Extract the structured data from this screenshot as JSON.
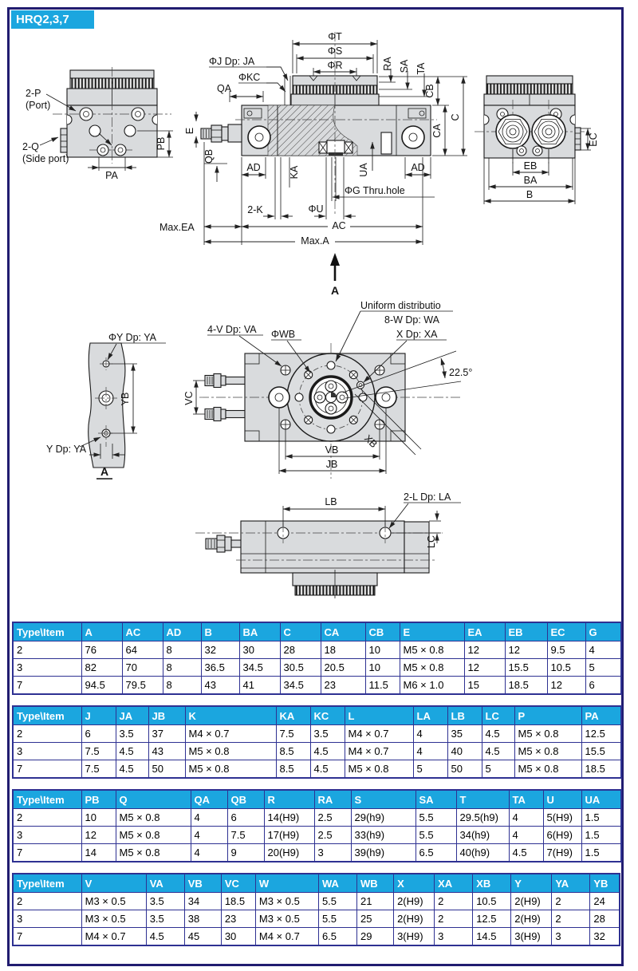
{
  "title": "HRQ2,3,7",
  "colors": {
    "accent": "#1ba6df",
    "table_grid": "#2e3192",
    "page_border": "#211c70"
  },
  "drawing_labels": {
    "tl": {
      "p": "2-P",
      "port": "(Port)",
      "q": "2-Q",
      "side_port": "(Side port)",
      "pa": "PA",
      "pb": "PB"
    },
    "front": {
      "t": "ΦT",
      "s": "ΦS",
      "r": "ΦR",
      "j": "ΦJ Dp: JA",
      "kc": "ΦKC",
      "qa": "QA",
      "ra": "RA",
      "sa": "SA",
      "ta": "TA",
      "cb": "CB",
      "ca": "CA",
      "c": "C",
      "e": "E",
      "qb": "QB",
      "ad_l": "AD",
      "ka": "KA",
      "ua": "UA",
      "ad_r": "AD",
      "k2": "2-K",
      "u": "ΦU",
      "g": "ΦG Thru.hole",
      "max_ea": "Max.EA",
      "ac": "AC",
      "max_a": "Max.A",
      "a": "A"
    },
    "right": {
      "ec": "EC",
      "eb": "EB",
      "ba": "BA",
      "b": "B"
    },
    "section": {
      "y": "ΦY Dp: YA",
      "yb": "YB",
      "y2": "Y Dp: YA",
      "a": "A"
    },
    "rotary": {
      "v": "4-V Dp: VA",
      "wb": "ΦWB",
      "uniform": "Uniform distributio",
      "w": "8-W Dp: WA",
      "x": "X Dp: XA",
      "angle": "22.5°",
      "vc": "VC",
      "xb": "XB",
      "vb": "VB",
      "jb": "JB"
    },
    "bottom": {
      "lb": "LB",
      "l": "2-L Dp: LA",
      "lc": "LC"
    }
  },
  "tables": [
    {
      "headers": [
        "Type\\Item",
        "A",
        "AC",
        "AD",
        "B",
        "BA",
        "C",
        "CA",
        "CB",
        "E",
        "EA",
        "EB",
        "EC",
        "G"
      ],
      "rows": [
        [
          "2",
          "76",
          "64",
          "8",
          "32",
          "30",
          "28",
          "18",
          "10",
          "M5 × 0.8",
          "12",
          "12",
          "9.5",
          "4"
        ],
        [
          "3",
          "82",
          "70",
          "8",
          "36.5",
          "34.5",
          "30.5",
          "20.5",
          "10",
          "M5 × 0.8",
          "12",
          "15.5",
          "10.5",
          "5"
        ],
        [
          "7",
          "94.5",
          "79.5",
          "8",
          "43",
          "41",
          "34.5",
          "23",
          "11.5",
          "M6 × 1.0",
          "15",
          "18.5",
          "12",
          "6"
        ]
      ]
    },
    {
      "headers": [
        "Type\\Item",
        "J",
        "JA",
        "JB",
        "K",
        "KA",
        "KC",
        "L",
        "LA",
        "LB",
        "LC",
        "P",
        "PA"
      ],
      "rows": [
        [
          "2",
          "6",
          "3.5",
          "37",
          "M4 × 0.7",
          "7.5",
          "3.5",
          "M4 × 0.7",
          "4",
          "35",
          "4.5",
          "M5 × 0.8",
          "12.5"
        ],
        [
          "3",
          "7.5",
          "4.5",
          "43",
          "M5 × 0.8",
          "8.5",
          "4.5",
          "M4 × 0.7",
          "4",
          "40",
          "4.5",
          "M5 × 0.8",
          "15.5"
        ],
        [
          "7",
          "7.5",
          "4.5",
          "50",
          "M5 × 0.8",
          "8.5",
          "4.5",
          "M5 × 0.8",
          "5",
          "50",
          "5",
          "M5 × 0.8",
          "18.5"
        ]
      ]
    },
    {
      "headers": [
        "Type\\Item",
        "PB",
        "Q",
        "QA",
        "QB",
        "R",
        "RA",
        "S",
        "SA",
        "T",
        "TA",
        "U",
        "UA"
      ],
      "rows": [
        [
          "2",
          "10",
          "M5 × 0.8",
          "4",
          "6",
          "14(H9)",
          "2.5",
          "29(h9)",
          "5.5",
          "29.5(h9)",
          "4",
          "5(H9)",
          "1.5"
        ],
        [
          "3",
          "12",
          "M5 × 0.8",
          "4",
          "7.5",
          "17(H9)",
          "2.5",
          "33(h9)",
          "5.5",
          "34(h9)",
          "4",
          "6(H9)",
          "1.5"
        ],
        [
          "7",
          "14",
          "M5 × 0.8",
          "4",
          "9",
          "20(H9)",
          "3",
          "39(h9)",
          "6.5",
          "40(h9)",
          "4.5",
          "7(H9)",
          "1.5"
        ]
      ]
    },
    {
      "headers": [
        "Type\\Item",
        "V",
        "VA",
        "VB",
        "VC",
        "W",
        "WA",
        "WB",
        "X",
        "XA",
        "XB",
        "Y",
        "YA",
        "YB"
      ],
      "rows": [
        [
          "2",
          "M3 × 0.5",
          "3.5",
          "34",
          "18.5",
          "M3 × 0.5",
          "5.5",
          "21",
          "2(H9)",
          "2",
          "10.5",
          "2(H9)",
          "2",
          "24"
        ],
        [
          "3",
          "M3 × 0.5",
          "3.5",
          "38",
          "23",
          "M3 × 0.5",
          "5.5",
          "25",
          "2(H9)",
          "2",
          "12.5",
          "2(H9)",
          "2",
          "28"
        ],
        [
          "7",
          "M4 × 0.7",
          "4.5",
          "45",
          "30",
          "M4 × 0.7",
          "6.5",
          "29",
          "3(H9)",
          "3",
          "14.5",
          "3(H9)",
          "3",
          "32"
        ]
      ]
    }
  ]
}
